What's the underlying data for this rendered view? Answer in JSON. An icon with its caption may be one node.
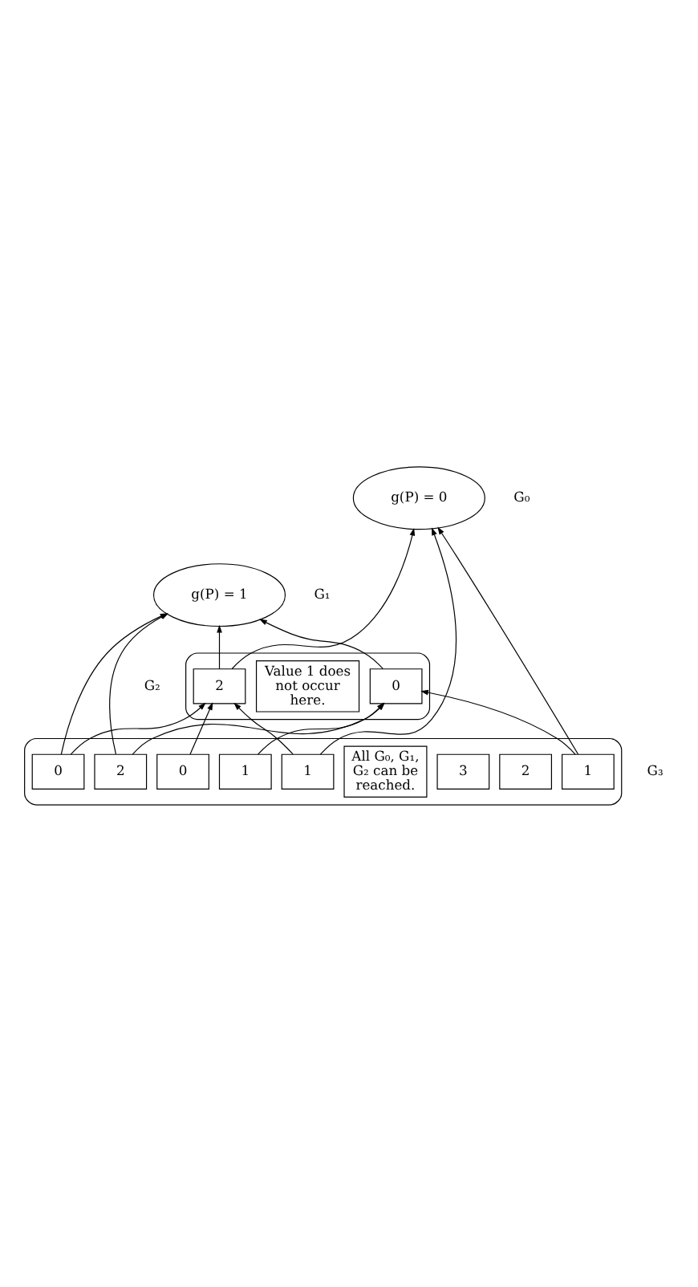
{
  "diagram": {
    "nodes": [
      {
        "text": [
          "g(P) = 0"
        ],
        "beside": [
          "G₀"
        ]
      },
      {
        "text": [
          "g(P) = 1"
        ],
        "beside": [
          "G₁"
        ]
      },
      {
        "text": [],
        "shape": "ellipse",
        "beside": [
          "G₂"
        ]
      },
      {
        "text": [
          "2"
        ],
        "in": 2
      },
      {
        "text": [
          "Value 1 does not occur here."
        ],
        "in": 2
      },
      {
        "text": [
          "0"
        ],
        "in": 2
      },
      {
        "text": [],
        "shape": "ellipse",
        "beside": [
          "G₃"
        ]
      },
      {
        "text": [
          "0"
        ],
        "in": 6
      },
      {
        "text": [
          "1"
        ],
        "in": 6
      },
      {
        "text": [
          "0"
        ],
        "in": 6
      },
      {
        "text": [
          "1"
        ],
        "in": 6
      },
      {
        "text": [
          "All G₀, G₁, G₂ can be reached."
        ],
        "in": 6
      },
      {
        "text": [
          "3"
        ],
        "in": 6
      },
      {
        "text": [
          "2"
        ],
        "in": 6
      },
      {
        "text": [
          "1"
        ],
        "in": 6
      },
      {
        "text": [
          "2"
        ],
        "in": 6
      }
    ],
    "edges": [
      {
        "from": 3,
        "to": 0,
        "arrow": "to"
      },
      {
        "from": 3,
        "to": 1,
        "arrow": "to"
      },
      {
        "from": 5,
        "to": 1,
        "arrow": "to"
      },
      {
        "from": 7,
        "to": 1,
        "arrow": "to"
      },
      {
        "from": 7,
        "to": 3,
        "arrow": "to"
      },
      {
        "from": 8,
        "to": 0,
        "arrow": "to"
      },
      {
        "from": 8,
        "to": 3,
        "arrow": "to"
      },
      {
        "from": 9,
        "to": 3,
        "arrow": "to"
      },
      {
        "from": 10,
        "to": 5,
        "arrow": "to"
      },
      {
        "from": 14,
        "to": 0,
        "arrow": "to"
      },
      {
        "from": 14,
        "to": 5,
        "arrow": "to"
      },
      {
        "from": 15,
        "to": 5,
        "arrow": "to"
      },
      {
        "from": 15,
        "to": 1,
        "arrow": "to"
      }
    ]
  }
}
